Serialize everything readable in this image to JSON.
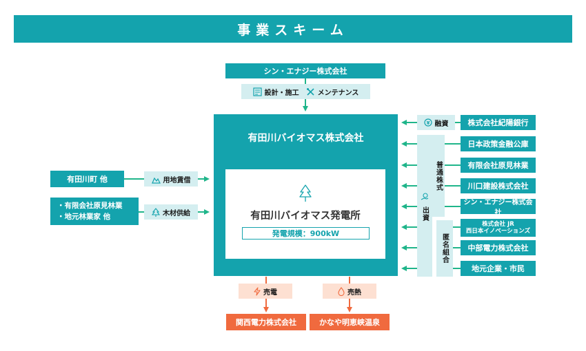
{
  "header": {
    "title": "事業スキーム"
  },
  "top": {
    "company": "シン・エナジー株式会社",
    "label_design": "設計・施工",
    "label_maintenance": "メンテナンス"
  },
  "center": {
    "company": "有田川バイオマス株式会社",
    "plant_name": "有田川バイオマス発電所",
    "plant_scale": "発電規模：900kW"
  },
  "left": {
    "land_owner": "有田川町 他",
    "land_label": "用地賃借",
    "timber_suppliers": [
      "・有限会社原見林業",
      "・地元林業家 他"
    ],
    "timber_label": "木材供給"
  },
  "right": {
    "loan_label": "融資",
    "bank": "株式会社紀陽銀行",
    "investment_label": "出資",
    "common_stock_label": "普通株式",
    "anonymous_partnership_label": "匿名組合",
    "investors": [
      "日本政策金融公庫",
      "有限会社原見林業",
      "川口建設株式会社",
      "シン・エナジー株式会社",
      "株式会社 JR\n西日本イノベーションズ",
      "中部電力株式会社",
      "地元企業・市民"
    ]
  },
  "bottom": {
    "sale_label": "売電",
    "sale_buyer": "関西電力株式会社",
    "heat_label": "売熱",
    "heat_buyer": "かなや明恵峡温泉"
  },
  "colors": {
    "teal": "#14a3ad",
    "pale": "#d4eef0",
    "green_arrow": "#1fb58a",
    "orange": "#f06a3e",
    "peach": "#fde0d2"
  }
}
